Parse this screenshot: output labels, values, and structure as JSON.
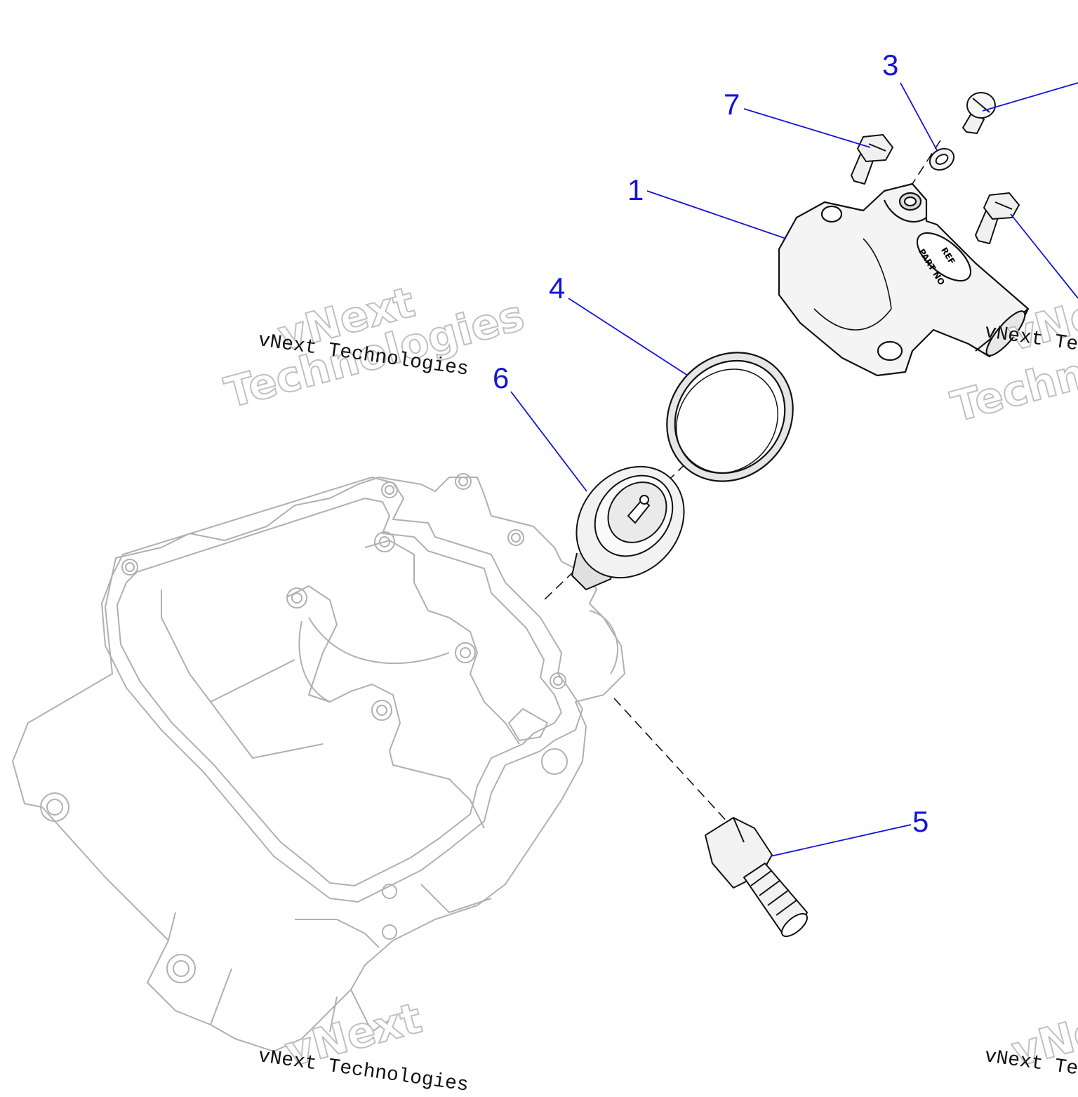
{
  "callouts": {
    "c1": "1",
    "c3": "3",
    "c4": "4",
    "c5": "5",
    "c6": "6",
    "c7": "7"
  },
  "part_stamp": {
    "line1": "PART NO",
    "line2": "REF"
  },
  "watermark": {
    "line_text": "vNext Technologies",
    "outline_line1": "vNext",
    "outline_line2": "Technologies"
  },
  "colors": {
    "leader": "#1414d8",
    "line_art": "#b0b0b0",
    "part_outline": "#111111"
  }
}
